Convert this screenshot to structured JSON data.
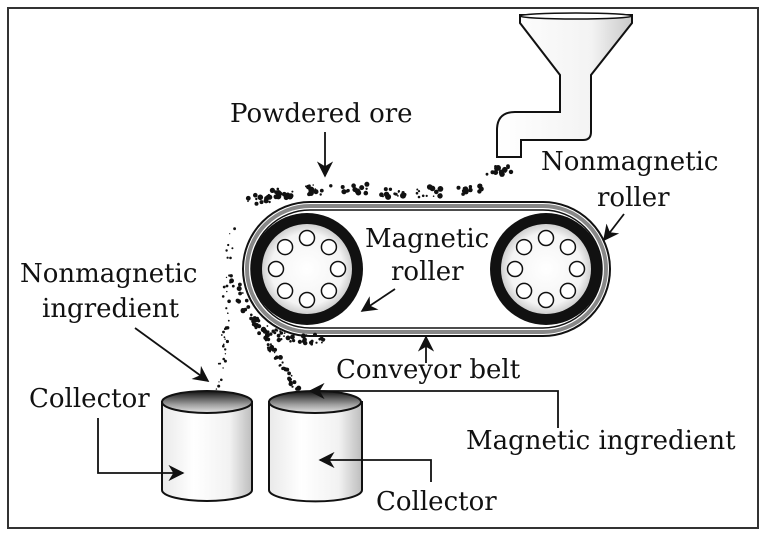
{
  "diagram": {
    "title": "Magnetic separation of ore",
    "labels": {
      "powdered_ore": "Powdered ore",
      "nonmagnetic_roller_line1": "Nonmagnetic",
      "nonmagnetic_roller_line2": "roller",
      "magnetic_roller_line1": "Magnetic",
      "magnetic_roller_line2": "roller",
      "nonmagnetic_ingredient_line1": "Nonmagnetic",
      "nonmagnetic_ingredient_line2": "ingredient",
      "conveyor_belt": "Conveyor belt",
      "collector_left": "Collector",
      "collector_right": "Collector",
      "magnetic_ingredient": "Magnetic ingredient"
    },
    "colors": {
      "ink": "#111111",
      "belt": "#7a7a7a",
      "background": "#ffffff"
    }
  }
}
